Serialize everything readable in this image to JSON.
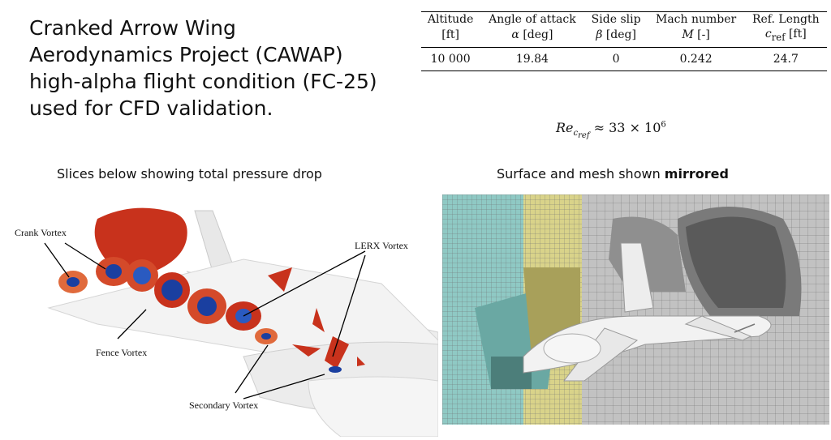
{
  "heading": {
    "lines": [
      "Cranked Arrow Wing",
      "Aerodynamics Project (CAWAP)",
      "high-alpha flight condition (FC-25)",
      "used for CFD validation."
    ]
  },
  "table": {
    "headers": [
      {
        "name": "Altitude",
        "unit": "[ft]"
      },
      {
        "name": "Angle of attack",
        "sym": "α",
        "unit": "[deg]"
      },
      {
        "name": "Side slip",
        "sym": "β",
        "unit": "[deg]"
      },
      {
        "name": "Mach number",
        "sym": "M",
        "unit": "[-]"
      },
      {
        "name": "Ref. Length",
        "sym": "c",
        "sub": "ref",
        "unit": "[ft]"
      }
    ],
    "row": [
      "10 000",
      "19.84",
      "0",
      "0.242",
      "24.7"
    ]
  },
  "reynolds": {
    "symbol": "Re",
    "sub_c": "c",
    "sub_ref": "ref",
    "approx": "≈ 33 × 10",
    "exp": "6"
  },
  "captions": {
    "left": "Slices below showing total pressure drop",
    "right_prefix": "Surface and mesh shown ",
    "right_bold": "mirrored"
  },
  "vortex_labels": {
    "crank": "Crank Vortex",
    "lerx": "LERX Vortex",
    "fence": "Fence Vortex",
    "secondary": "Secondary Vortex"
  },
  "colors": {
    "pressure_red": "#c8321c",
    "vortex_blue": "#1a3fa0",
    "mesh_teal": "#8fc9c4",
    "mesh_yellow": "#d9d38a",
    "mesh_gray": "#9a9a9a"
  }
}
